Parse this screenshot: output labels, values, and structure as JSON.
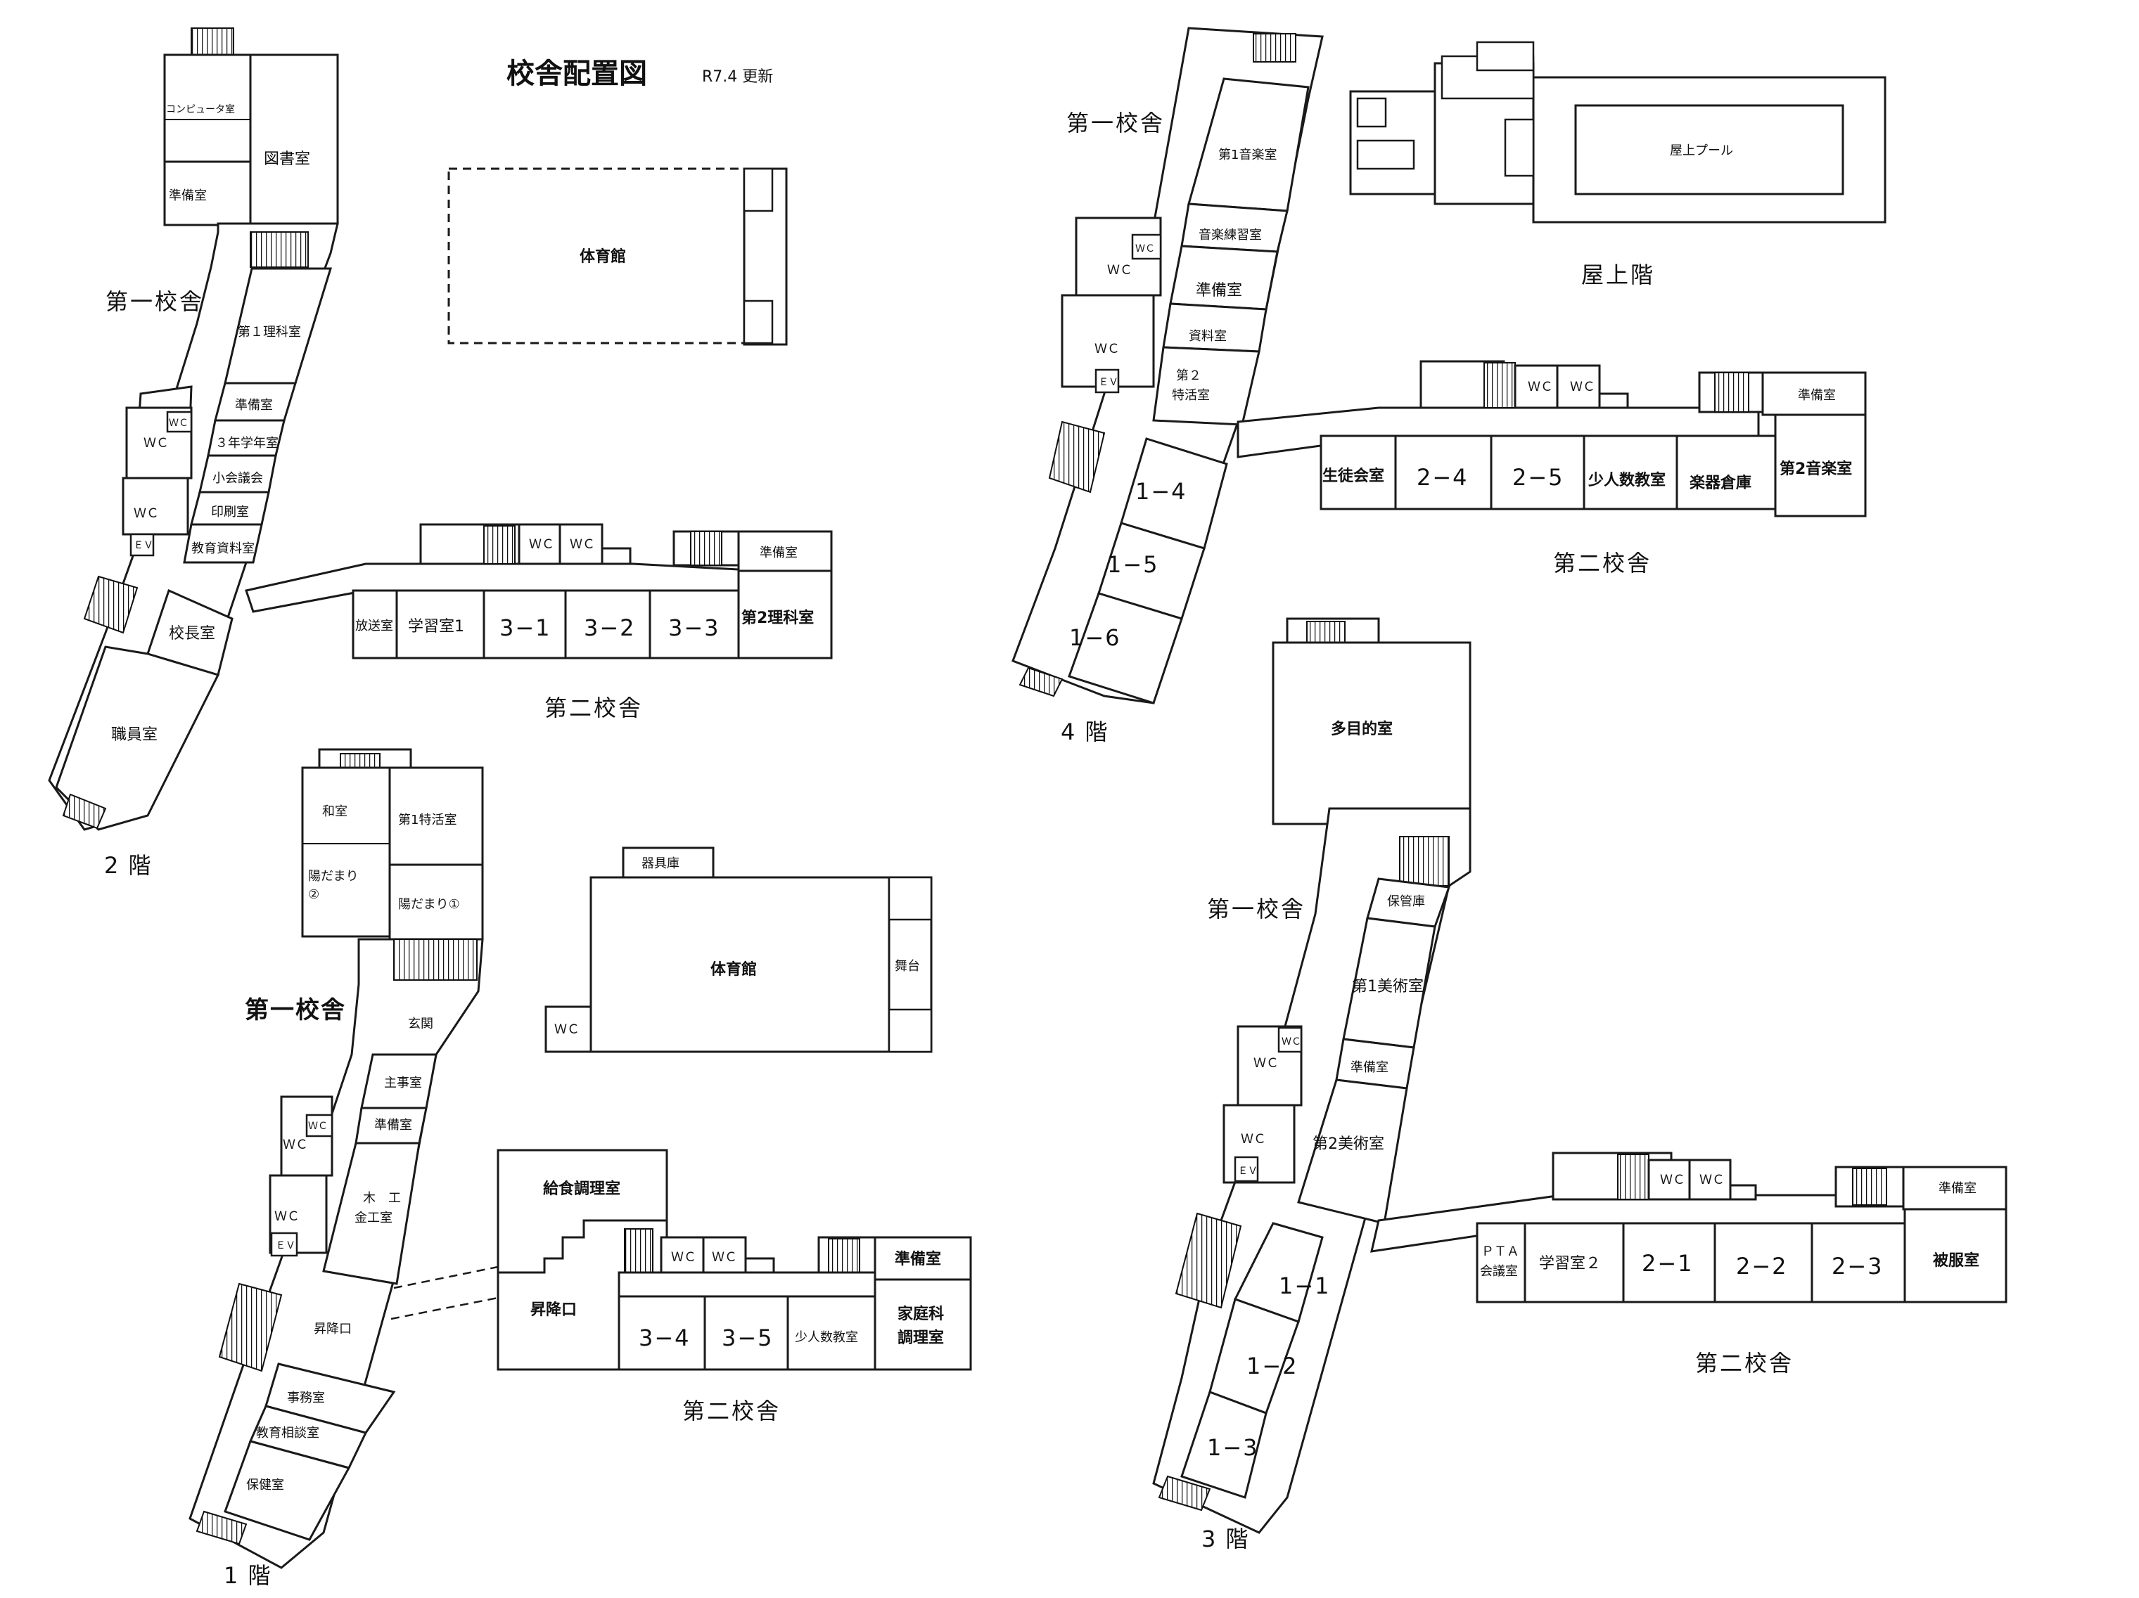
{
  "title": "校舎配置図",
  "updated": "R7.4 更新",
  "floors": {
    "f2": {
      "floor_label": "2 階",
      "wing1": "第一校舎",
      "wing2": "第二校舎",
      "rooms": {
        "computer": "コンピュータ室",
        "library": "図書室",
        "prep_a": "準備室",
        "sci1": "第１理科室",
        "prep_b": "準備室",
        "grade3": "３年学年室",
        "meeting": "小会議会",
        "print": "印刷室",
        "edu_res": "教育資料室",
        "wc1": "ＷＣ",
        "wc1s": "ＷＣ",
        "wc2": "ＷＣ",
        "ev": "ＥＶ",
        "principal": "校長室",
        "staff": "職員室",
        "wc3": "ＷＣ",
        "wc4": "ＷＣ",
        "prep_c": "準備室",
        "broadcast": "放送室",
        "study1": "学習室1",
        "c31": "3−1",
        "c32": "3−2",
        "c33": "3−3",
        "sci2": "第2理科室"
      },
      "gym": "体育館"
    },
    "f4": {
      "floor_label": "4 階",
      "wing1": "第一校舎",
      "wing2": "第二校舎",
      "rooms": {
        "music1": "第1音楽室",
        "music_prac": "音楽練習室",
        "prep": "準備室",
        "materials": "資料室",
        "special2a": "第２",
        "special2b": "特活室",
        "wc1": "ＷＣ",
        "wc1s": "ＷＣ",
        "wc2": "ＷＣ",
        "ev": "ＥＶ",
        "c14": "1−4",
        "c15": "1−5",
        "c16": "1−6",
        "wc3": "ＷＣ",
        "wc4": "ＷＣ",
        "prep2": "準備室",
        "student_council": "生徒会室",
        "c24": "2−4",
        "c25": "2−5",
        "small_class": "少人数教室",
        "instrument": "楽器倉庫",
        "music2": "第2音楽室"
      }
    },
    "roof": {
      "floor_label": "屋上階",
      "pool": "屋上プール"
    },
    "f1": {
      "floor_label": "1 階",
      "wing1": "第一校舎",
      "wing2": "第二校舎",
      "rooms": {
        "japanese": "和室",
        "special1": "第1特活室",
        "sunny2": "陽だまり\n②",
        "sunny1": "陽だまり①",
        "entrance": "玄関",
        "chief": "主事室",
        "prep": "準備室",
        "wood": "木　工",
        "metal": "金工室",
        "wc1": "ＷＣ",
        "wc1s": "ＷＣ",
        "wc2": "ＷＣ",
        "ev": "ＥＶ",
        "shoe": "昇降口",
        "office": "事務室",
        "counsel": "教育相談室",
        "health": "保健室",
        "equipment": "器具庫",
        "gym": "体育館",
        "stage": "舞台",
        "gym_wc": "ＷＣ",
        "kitchen": "給食調理室",
        "shoe2": "昇降口",
        "wc3": "ＷＣ",
        "wc4": "ＷＣ",
        "prep2": "準備室",
        "c34": "3−4",
        "c35": "3−5",
        "small_class": "少人数教室",
        "home_ec_a": "家庭科",
        "home_ec_b": "調理室"
      }
    },
    "f3": {
      "floor_label": "3 階",
      "wing1": "第一校舎",
      "wing2": "第二校舎",
      "rooms": {
        "multi": "多目的室",
        "storage": "保管庫",
        "art1": "第1美術室",
        "prep": "準備室",
        "art2": "第2美術室",
        "wc1": "ＷＣ",
        "wc1s": "ＷＣ",
        "wc2": "ＷＣ",
        "ev": "ＥＶ",
        "c11": "1−1",
        "c12": "1−2",
        "c13": "1−3",
        "wc3": "ＷＣ",
        "wc4": "ＷＣ",
        "prep2": "準備室",
        "pta_a": "ＰＴＡ",
        "pta_b": "会議室",
        "study2": "学習室２",
        "c21": "2−1",
        "c22": "2−2",
        "c23": "2−3",
        "clothing": "被服室"
      }
    }
  }
}
